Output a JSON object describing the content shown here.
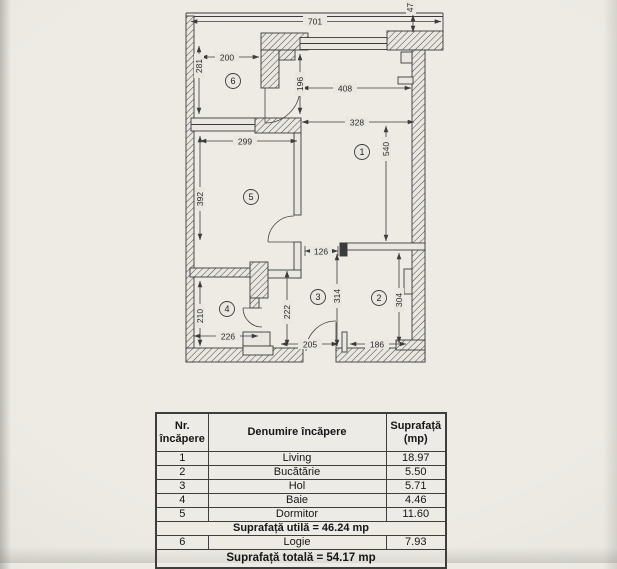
{
  "page": {
    "colors": {
      "paper": "#e9e7e0",
      "line": "#3b3b3b"
    }
  },
  "plan": {
    "dims": {
      "701": "701",
      "47": "47",
      "200": "200",
      "281": "281",
      "196": "196",
      "408": "408",
      "328": "328",
      "540": "540",
      "299": "299",
      "392": "392",
      "126": "126",
      "314": "314",
      "304": "304",
      "210": "210",
      "222": "222",
      "226": "226",
      "205": "205",
      "186": "186"
    },
    "rooms": {
      "1": "1",
      "2": "2",
      "3": "3",
      "4": "4",
      "5": "5",
      "6": "6"
    }
  },
  "table": {
    "header": {
      "c1a": "Nr.",
      "c1b": "încăpere",
      "c2": "Denumire încăpere",
      "c3a": "Suprafață",
      "c3b": "(mp)"
    },
    "rows": [
      {
        "nr": "1",
        "name": "Living",
        "area": "18.97"
      },
      {
        "nr": "2",
        "name": "Bucătărie",
        "area": "5.50"
      },
      {
        "nr": "3",
        "name": "Hol",
        "area": "5.71"
      },
      {
        "nr": "4",
        "name": "Baie",
        "area": "4.46"
      },
      {
        "nr": "5",
        "name": "Dormitor",
        "area": "11.60"
      }
    ],
    "subtotal": "Suprafață utilă = 46.24 mp",
    "row6": {
      "nr": "6",
      "name": "Logie",
      "area": "7.93"
    },
    "total": "Suprafață totală = 54.17 mp"
  }
}
